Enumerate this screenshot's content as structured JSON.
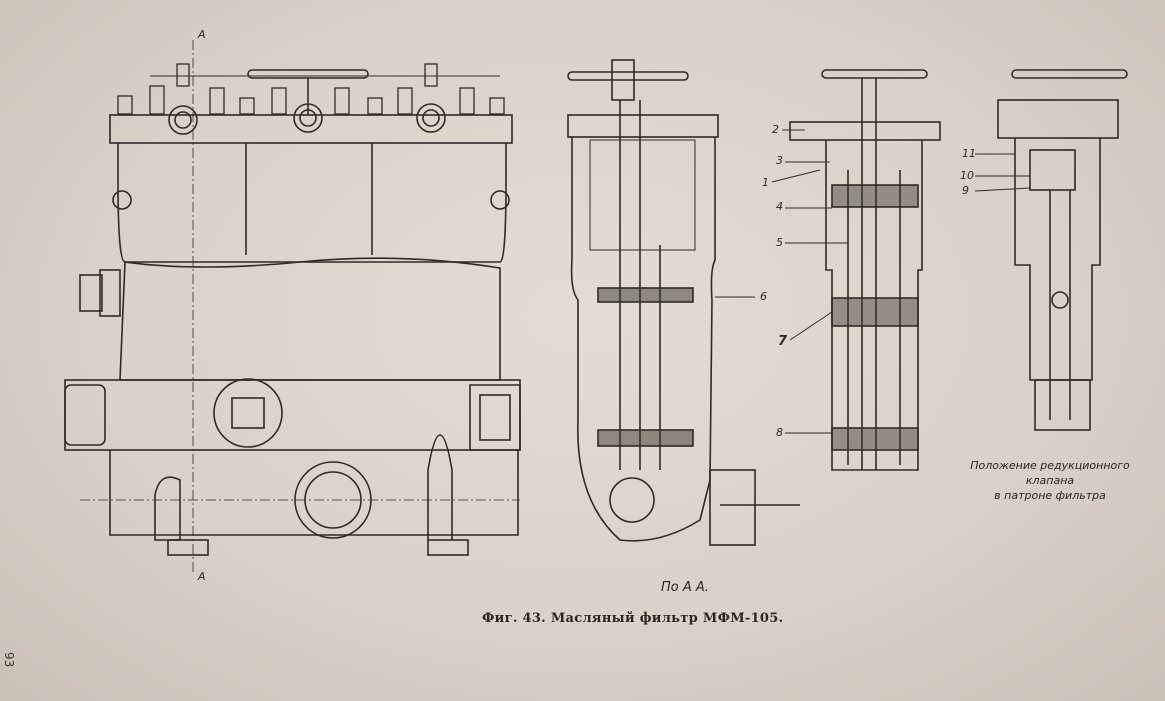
{
  "figure": {
    "caption": "Фиг. 43. Масляный фильтр МФМ-105.",
    "section_label": "По А А.",
    "section_marker_top": "A",
    "section_marker_bottom": "A",
    "inset_note_line1": "Положение редукционного клапана",
    "inset_note_line2": "в патроне фильтра",
    "page_number": "93",
    "callouts": [
      "1",
      "2",
      "3",
      "4",
      "5",
      "6",
      "7",
      "8",
      "9",
      "10",
      "11"
    ]
  }
}
